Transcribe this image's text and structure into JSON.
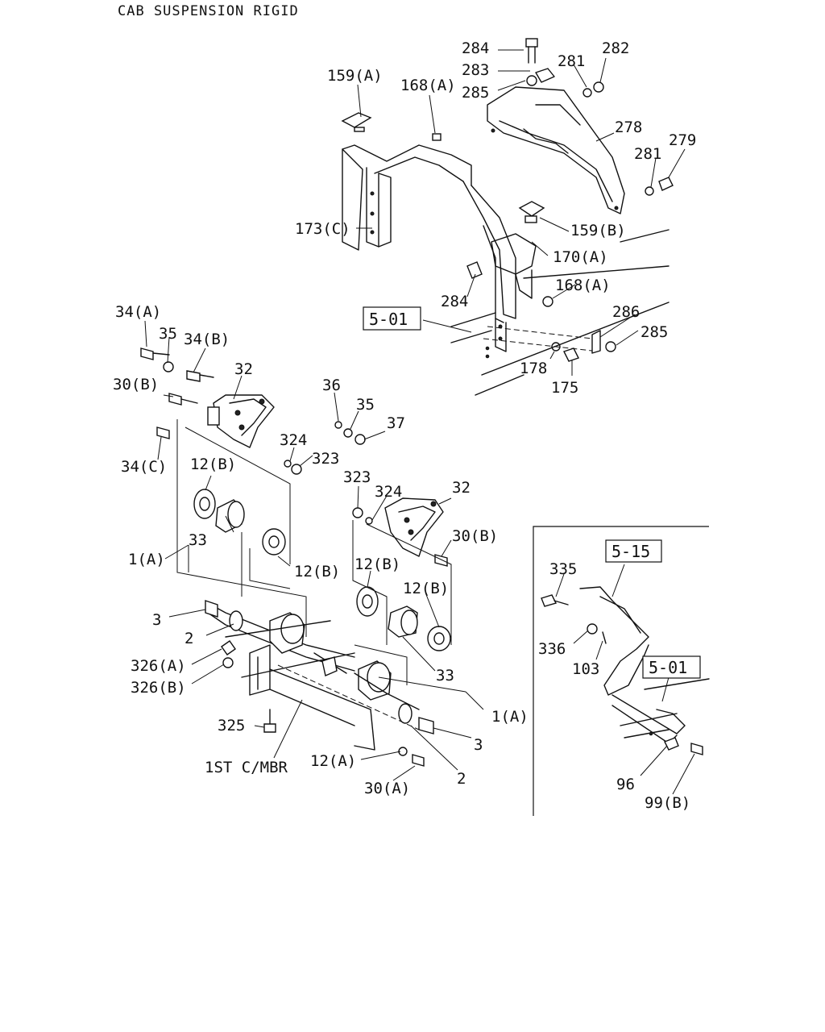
{
  "title": "CAB SUSPENSION RIGID",
  "ref_boxes": [
    "5-01",
    "5-15",
    "5-01"
  ],
  "callouts": [
    "284",
    "283",
    "285",
    "281",
    "282",
    "159(A)",
    "168(A)",
    "278",
    "281",
    "279",
    "173(C)",
    "159(B)",
    "170(A)",
    "284",
    "168(A)",
    "286",
    "285",
    "178",
    "175",
    "34(A)",
    "35",
    "34(B)",
    "32",
    "30(B)",
    "36",
    "35",
    "37",
    "324",
    "323",
    "34(C)",
    "12(B)",
    "33",
    "1(A)",
    "12(B)",
    "323",
    "324",
    "32",
    "30(B)",
    "12(B)",
    "12(B)",
    "3",
    "2",
    "326(A)",
    "326(B)",
    "325",
    "1ST C/MBR",
    "33",
    "1(A)",
    "3",
    "12(A)",
    "2",
    "30(A)",
    "335",
    "336",
    "103",
    "96",
    "99(B)"
  ]
}
